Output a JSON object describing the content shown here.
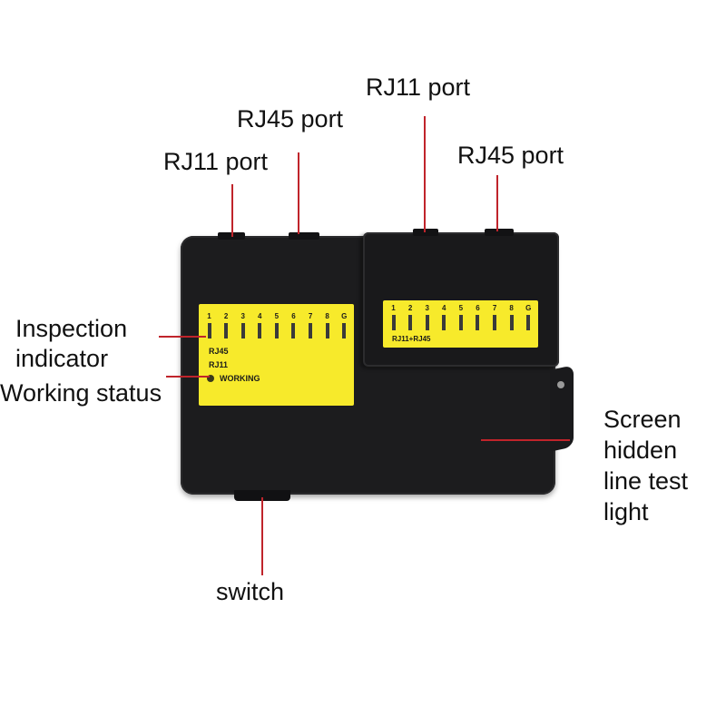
{
  "callouts": {
    "rj11_port_left": "RJ11 port",
    "rj45_port_left": "RJ45 port",
    "rj11_port_right": "RJ11 port",
    "rj45_port_right": "RJ45 port",
    "inspection_indicator_line1": "Inspection",
    "inspection_indicator_line2": "indicator",
    "working_status": "Working status",
    "screen_line1": "Screen",
    "screen_line2": "hidden",
    "screen_line3": "line test",
    "screen_line4": "light",
    "switch": "switch"
  },
  "main_panel": {
    "pins": [
      "1",
      "2",
      "3",
      "4",
      "5",
      "6",
      "7",
      "8",
      "G"
    ],
    "label_rj45": "RJ45",
    "label_rj11": "RJ11",
    "label_working": "WORKING"
  },
  "remote_panel": {
    "pins": [
      "1",
      "2",
      "3",
      "4",
      "5",
      "6",
      "7",
      "8",
      "G"
    ],
    "label": "RJ11+RJ45"
  },
  "colors": {
    "device_body": "#1c1c1e",
    "panel_yellow": "#f7ea2b",
    "leader_line": "#c0242b"
  }
}
